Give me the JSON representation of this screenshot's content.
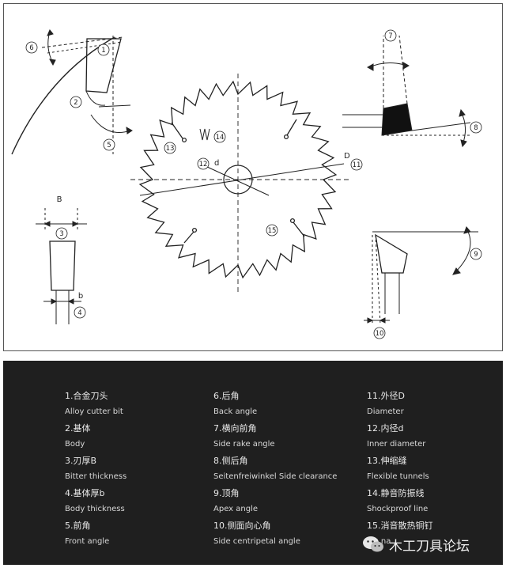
{
  "diagram": {
    "callouts": [
      "1",
      "2",
      "3",
      "4",
      "5",
      "6",
      "7",
      "8",
      "9",
      "10",
      "11",
      "12",
      "13",
      "14",
      "15"
    ],
    "letter_B": "B",
    "letter_b": "b",
    "letter_D": "D",
    "letter_d": "d"
  },
  "legend": {
    "items": [
      {
        "zh": "1.合金刀头",
        "en": "Alloy cutter bit"
      },
      {
        "zh": "2.基体",
        "en": "Body"
      },
      {
        "zh": "3.刃厚B",
        "en": "Bitter thickness"
      },
      {
        "zh": "4.基体厚b",
        "en": "Body thickness"
      },
      {
        "zh": "5.前角",
        "en": "Front angle"
      },
      {
        "zh": "6.后角",
        "en": "Back angle"
      },
      {
        "zh": "7.横向前角",
        "en": "Side rake angle"
      },
      {
        "zh": "8.侧后角",
        "en": "Seitenfreiwinkel Side clearance"
      },
      {
        "zh": "9.顶角",
        "en": "Apex angle"
      },
      {
        "zh": "10.侧面向心角",
        "en": "Side centripetal angle"
      },
      {
        "zh": "11.外径D",
        "en": "Diameter"
      },
      {
        "zh": "12.内径d",
        "en": "Inner diameter"
      },
      {
        "zh": "13.伸缩缝",
        "en": "Flexible tunnels"
      },
      {
        "zh": "14.静音防振线",
        "en": "Shockproof line"
      },
      {
        "zh": "15.消音散热铜钉",
        "en": "...s na..."
      }
    ]
  },
  "watermark": {
    "text": "木工刀具论坛"
  }
}
